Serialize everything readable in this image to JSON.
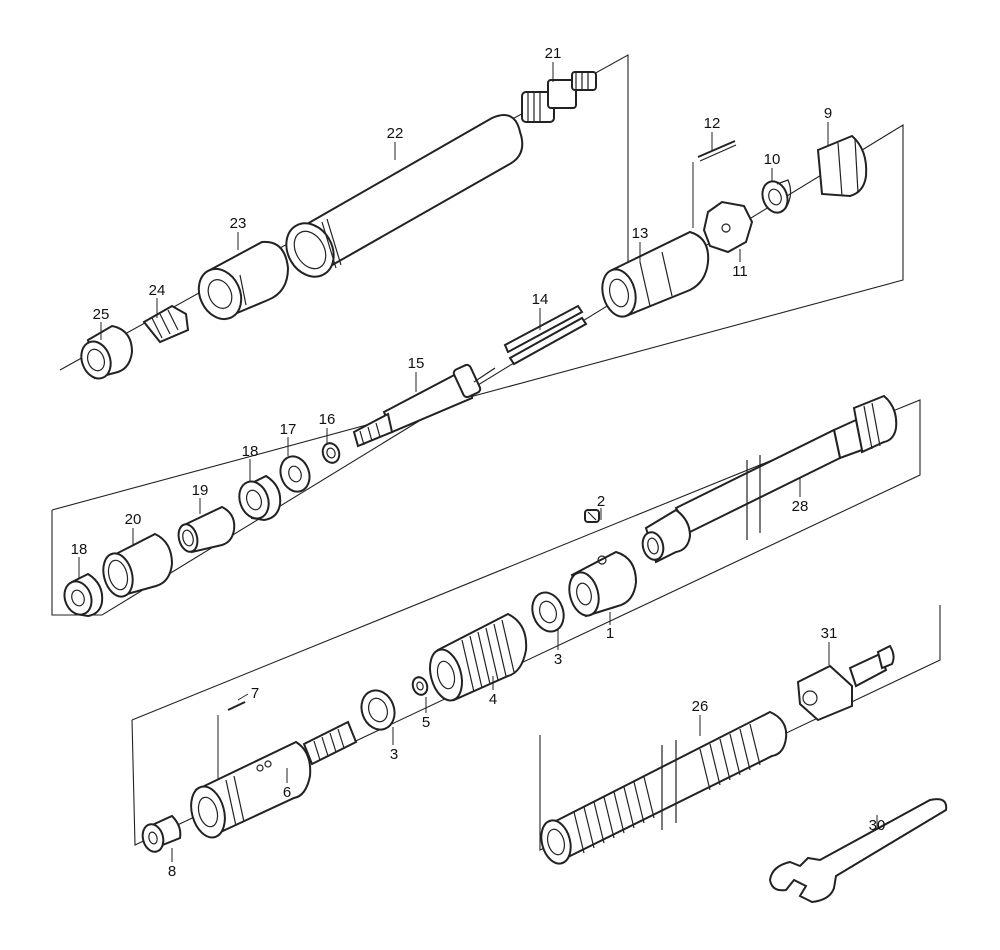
{
  "diagram": {
    "callouts": {
      "p1": "1",
      "p2": "2",
      "p3a": "3",
      "p3b": "3",
      "p4": "4",
      "p5": "5",
      "p6": "6",
      "p7": "7",
      "p8": "8",
      "p9": "9",
      "p10": "10",
      "p11": "11",
      "p12": "12",
      "p13": "13",
      "p14": "14",
      "p15": "15",
      "p16": "16",
      "p17": "17",
      "p18a": "18",
      "p18b": "18",
      "p19": "19",
      "p20": "20",
      "p21": "21",
      "p22": "22",
      "p23": "23",
      "p24": "24",
      "p25": "25",
      "p26": "26",
      "p28": "28",
      "p30": "30",
      "p31": "31"
    }
  }
}
